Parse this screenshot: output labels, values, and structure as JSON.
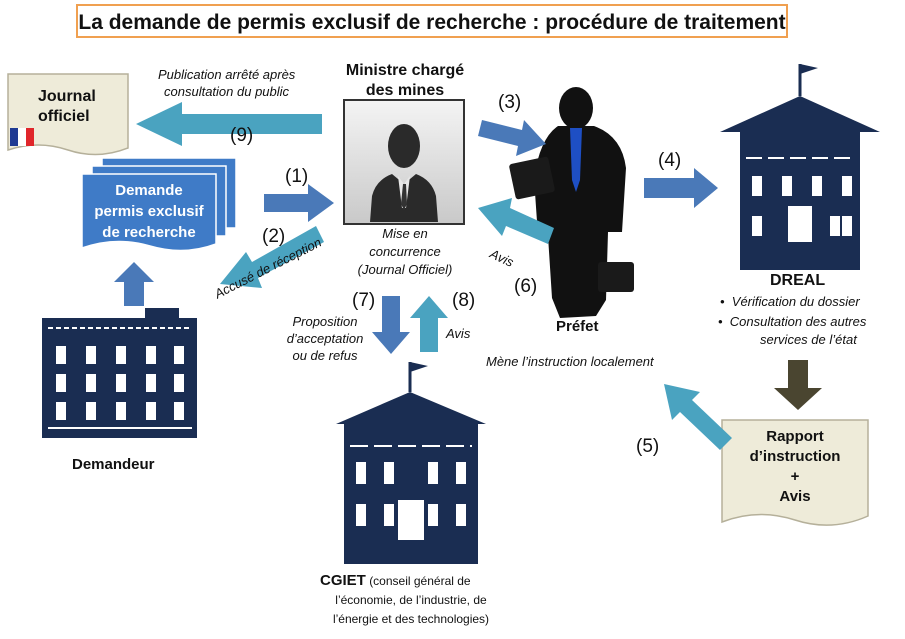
{
  "title": "La demande de permis exclusif de recherche : procédure de traitement",
  "nodes": {
    "journal": {
      "line1": "Journal",
      "line2": "officiel"
    },
    "demande": {
      "line1": "Demande",
      "line2": "permis exclusif",
      "line3": "de recherche"
    },
    "demandeur": {
      "label": "Demandeur"
    },
    "ministre": {
      "line1": "Ministre chargé",
      "line2": "des mines",
      "caption1": "Mise en",
      "caption2": "concurrence",
      "caption3": "(Journal Officiel)"
    },
    "prefet": {
      "label": "Préfet",
      "caption": "Mène l’instruction localement"
    },
    "dreal": {
      "label": "DREAL",
      "bullet1": "Vérification du dossier",
      "bullet2": "Consultation des autres",
      "bullet2b": "services de l’état"
    },
    "rapport": {
      "line1": "Rapport",
      "line2": "d’instruction",
      "line3": "+",
      "line4": "Avis"
    },
    "cgiet": {
      "label": "CGIET",
      "desc1": "(conseil général de",
      "desc2": "l’économie, de l’industrie, de",
      "desc3": "l’énergie et des technologies)"
    }
  },
  "steps": {
    "s1": "(1)",
    "s2": "(2)",
    "s3": "(3)",
    "s4": "(4)",
    "s5": "(5)",
    "s6": "(6)",
    "s7": "(7)",
    "s8": "(8)",
    "s9": "(9)"
  },
  "arrow_labels": {
    "publication1": "Publication arrêté après",
    "publication2": "consultation du public",
    "accuse": "Accusé de réception",
    "avis6": "Avis",
    "proposition1": "Proposition",
    "proposition2": "d’acceptation",
    "proposition3": "ou de refus",
    "avis8": "Avis"
  },
  "colors": {
    "title_border": "#f0a050",
    "arrow_teal": "#4aa3c0",
    "arrow_blue": "#4a79b8",
    "arrow_dark": "#4a4530",
    "building": "#1a2d52",
    "document_fill": "#eeebd9",
    "demande_fill": "#3f7bc7"
  },
  "icons": {
    "flag": "french-flag-icon",
    "person": "person-silhouette-icon",
    "businessman": "businessman-silhouette-icon",
    "building": "building-icon"
  }
}
